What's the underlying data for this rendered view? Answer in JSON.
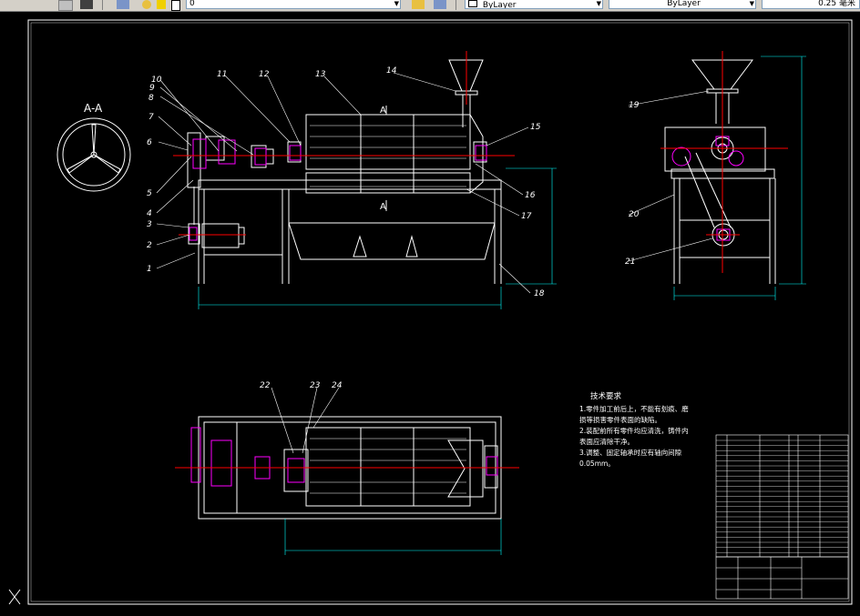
{
  "toolbar": {
    "layer_combo_value": "0",
    "color_combo_value": "ByLayer",
    "linetype_combo_value": "ByLayer",
    "lineweight_combo_value": "0.25 毫米"
  },
  "drawing": {
    "section_label": "A-A",
    "section_mark": "A",
    "balloons": {
      "b1": "1",
      "b2": "2",
      "b3": "3",
      "b4": "4",
      "b5": "5",
      "b6": "6",
      "b7": "7",
      "b8": "8",
      "b9": "9",
      "b10": "10",
      "b11": "11",
      "b12": "12",
      "b13": "13",
      "b14": "14",
      "b15": "15",
      "b16": "16",
      "b17": "17",
      "b18": "18",
      "b19": "19",
      "b20": "20",
      "b21": "21",
      "b22": "22",
      "b23": "23",
      "b24": "24"
    },
    "tech_requirements": {
      "title": "技术要求",
      "line1": "1.零件加工前后上，不能有划痕、磨",
      "line2": "损等损害零件表面的缺陷。",
      "line3": "2.装配前所有零件均应清洗，铸件内",
      "line4": "表面应清除干净。",
      "line5": "3.调整、固定轴承时应有轴向间隙",
      "line6": "0.05mm。"
    }
  },
  "colors": {
    "background": "#000000",
    "line_white": "#ffffff",
    "centerline_red": "#ff0000",
    "part_magenta": "#ff00ff",
    "dimension_cyan": "#00ffff",
    "hatch_yellow": "#ffff00"
  }
}
